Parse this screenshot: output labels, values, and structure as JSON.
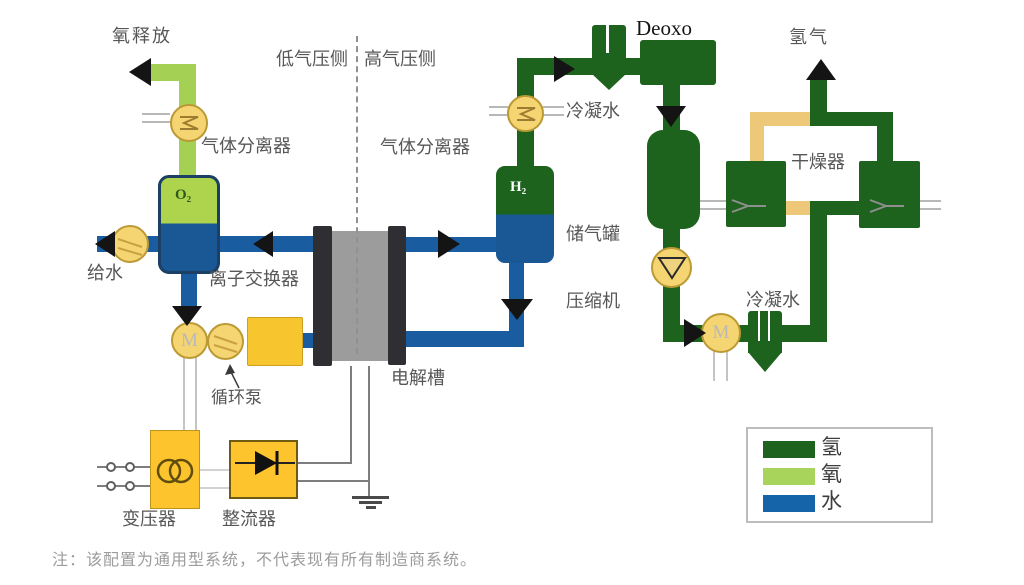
{
  "labels": {
    "oxygen_release": "氧释放",
    "low_pressure_side": "低气压侧",
    "high_pressure_side": "高气压侧",
    "gas_separator_o2": "气体分离器",
    "gas_separator_h2": "气体分离器",
    "deoxo": "Deoxo",
    "hydrogen_out": "氢气",
    "condensate_top": "冷凝水",
    "condensate_right": "冷凝水",
    "dryer": "干燥器",
    "o2_tank": "O₂",
    "h2_tank": "H₂",
    "storage_tank": "储气罐",
    "compressor": "压缩机",
    "feed_water": "给水",
    "ion_exchanger": "离子交换器",
    "electrolyzer": "电解槽",
    "circulation_pump": "循环泵",
    "transformer": "变压器",
    "rectifier": "整流器",
    "motor": "M"
  },
  "legend": {
    "items": [
      {
        "label": "氢",
        "color": "#1d621d"
      },
      {
        "label": "氧",
        "color": "#a8d45c"
      },
      {
        "label": "水",
        "color": "#1563a8"
      }
    ]
  },
  "note": "注：该配置为通用型系统，不代表现有所有制造商系统。",
  "colors": {
    "hydrogen_pipe": "#1d621d",
    "oxygen_pipe": "#a4d054",
    "water_pipe": "#1a5ca0",
    "regeneration_pipe": "#ecc878",
    "equipment_yellow": "#f5d472",
    "power_yellow": "#fdc42e",
    "electrolyzer_gray": "#9c9c9c"
  }
}
